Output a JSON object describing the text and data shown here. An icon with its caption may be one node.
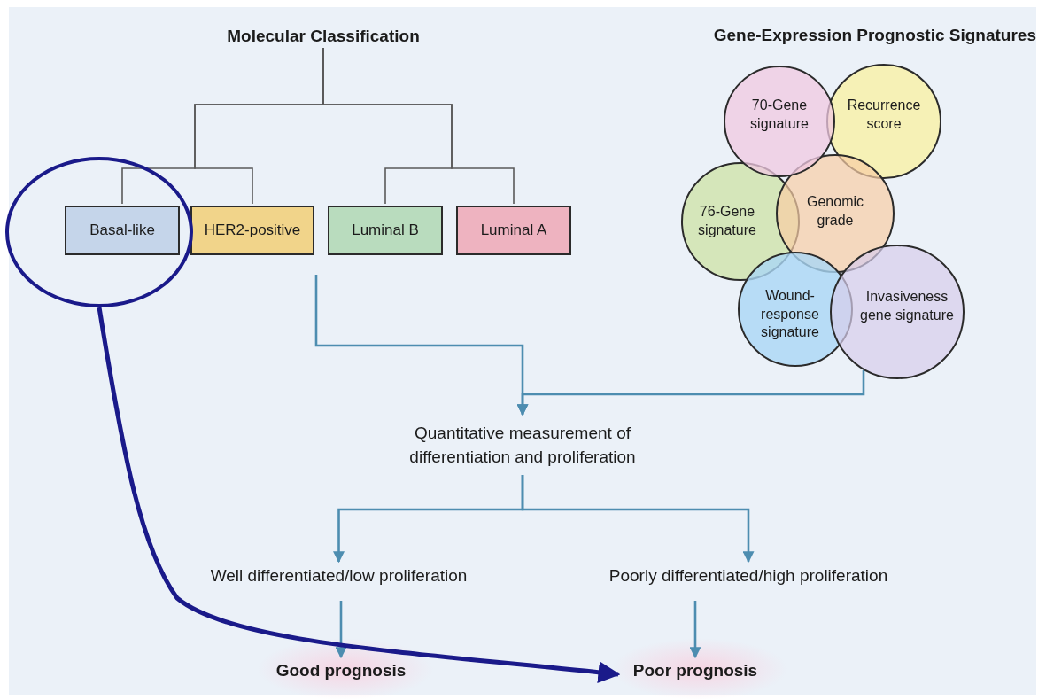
{
  "diagram": {
    "nodes": [
      {
        "text": [
          "Molecular Classification"
        ]
      },
      {
        "text": [
          "Basal-like"
        ],
        "in": 16
      },
      {
        "text": [
          "HER2-positive"
        ]
      },
      {
        "text": [
          "Luminal B"
        ]
      },
      {
        "text": [
          "Luminal A"
        ]
      },
      {
        "text": [
          "70-Gene signature"
        ]
      },
      {
        "text": [
          "Recurrence score"
        ]
      },
      {
        "text": [
          "76-Gene signature"
        ]
      },
      {
        "text": [
          "Genomic grade"
        ]
      },
      {
        "text": [
          "Wound-response signature"
        ]
      },
      {
        "text": [
          "Invasiveness gene signature"
        ]
      },
      {
        "text": [
          "Quantitative measurement of differentiation and proliferation"
        ]
      },
      {
        "text": [
          "Well differentiated/low proliferation"
        ]
      },
      {
        "text": [
          "Poorly differentiated/high proliferation"
        ]
      },
      {
        "text": [
          "Good prognosis"
        ]
      },
      {
        "text": [
          "Poor prognosis"
        ]
      },
      {
        "text": [],
        "shape": "circle"
      }
    ],
    "edges": [
      {
        "from": 0,
        "to": 1,
        "arrow": "none",
        "color": "#5a5a5a"
      },
      {
        "from": 0,
        "to": 2,
        "arrow": "none",
        "color": "#5a5a5a"
      },
      {
        "from": 0,
        "to": 3,
        "arrow": "none",
        "color": "#5a5a5a"
      },
      {
        "from": 0,
        "to": 4,
        "arrow": "none",
        "color": "#5a5a5a"
      },
      {
        "from": null,
        "to": 11,
        "arrow": "to"
      },
      {
        "from": 10,
        "to": 11,
        "arrow": "to"
      },
      {
        "from": 11,
        "to": 12,
        "arrow": "to"
      },
      {
        "from": 11,
        "to": 13,
        "arrow": "to"
      },
      {
        "from": 12,
        "to": 14,
        "arrow": "to"
      },
      {
        "from": 13,
        "to": 15,
        "arrow": "to"
      },
      {
        "from": 16,
        "to": 15,
        "arrow": "to",
        "style": "thick",
        "color": "#1a1a8a"
      }
    ],
    "labels": [
      "Gene-Expression Prognostic Signatures"
    ]
  }
}
